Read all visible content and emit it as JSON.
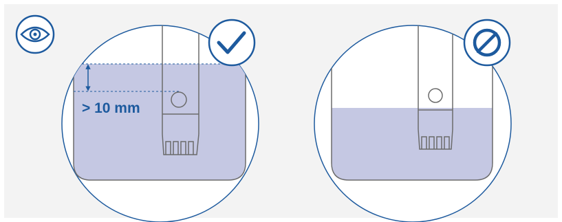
{
  "colors": {
    "background": "#f3f3f3",
    "panel": "#ffffff",
    "line": "#1d5a9e",
    "liquid": "#c5c8e3",
    "outline": "#6b6b6b",
    "icon_fill": "#ffffff"
  },
  "eye_icon": {
    "name": "eye-icon"
  },
  "panels": [
    {
      "id": "correct",
      "status_icon": "checkmark-icon",
      "immersion_depth_label": "> 10 mm",
      "liquid_level": "above-sensor",
      "verdict": "correct"
    },
    {
      "id": "incorrect",
      "status_icon": "prohibited-icon",
      "liquid_level": "below-sensor",
      "verdict": "incorrect"
    }
  ]
}
